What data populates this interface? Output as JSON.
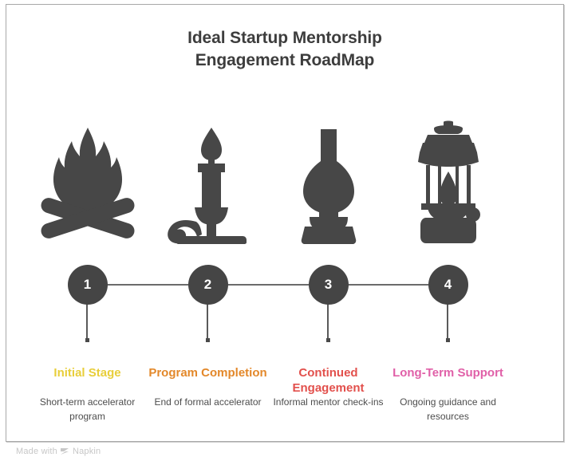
{
  "title": {
    "line1": "Ideal Startup Mentorship",
    "line2": "Engagement RoadMap"
  },
  "colors": {
    "icon": "#474747",
    "node": "#454545",
    "rail": "#6b6b6b",
    "title": "#3d3d3d",
    "description": "#4d2d2d",
    "stage1": "#E8CE3A",
    "stage2": "#E3882A",
    "stage3": "#E2504C",
    "stage4": "#E060A8",
    "watermark": "#c7c7c7"
  },
  "chart_data": {
    "type": "table",
    "title": "Ideal Startup Mentorship Engagement RoadMap",
    "categories": [
      "1",
      "2",
      "3",
      "4"
    ],
    "series": [
      {
        "name": "stages",
        "values": [
          "Initial Stage",
          "Program Completion",
          "Continued Engagement",
          "Long-Term Support"
        ]
      }
    ]
  },
  "stages": [
    {
      "number": "1",
      "heading": "Initial Stage",
      "heading_color": "#E8CE3A",
      "description": "Short-term accelerator program",
      "icon_name": "campfire-icon"
    },
    {
      "number": "2",
      "heading": "Program Completion",
      "heading_color": "#E3882A",
      "description": "End of formal accelerator",
      "icon_name": "candle-holder-icon"
    },
    {
      "number": "3",
      "heading": "Continued Engagement",
      "heading_color": "#E2504C",
      "description": "Informal mentor check-ins",
      "icon_name": "oil-lamp-icon"
    },
    {
      "number": "4",
      "heading": "Long-Term Support",
      "heading_color": "#E060A8",
      "description": "Ongoing guidance and resources",
      "icon_name": "camping-lantern-icon"
    }
  ],
  "watermark": {
    "text_before": "Made with",
    "brand": "Napkin"
  }
}
